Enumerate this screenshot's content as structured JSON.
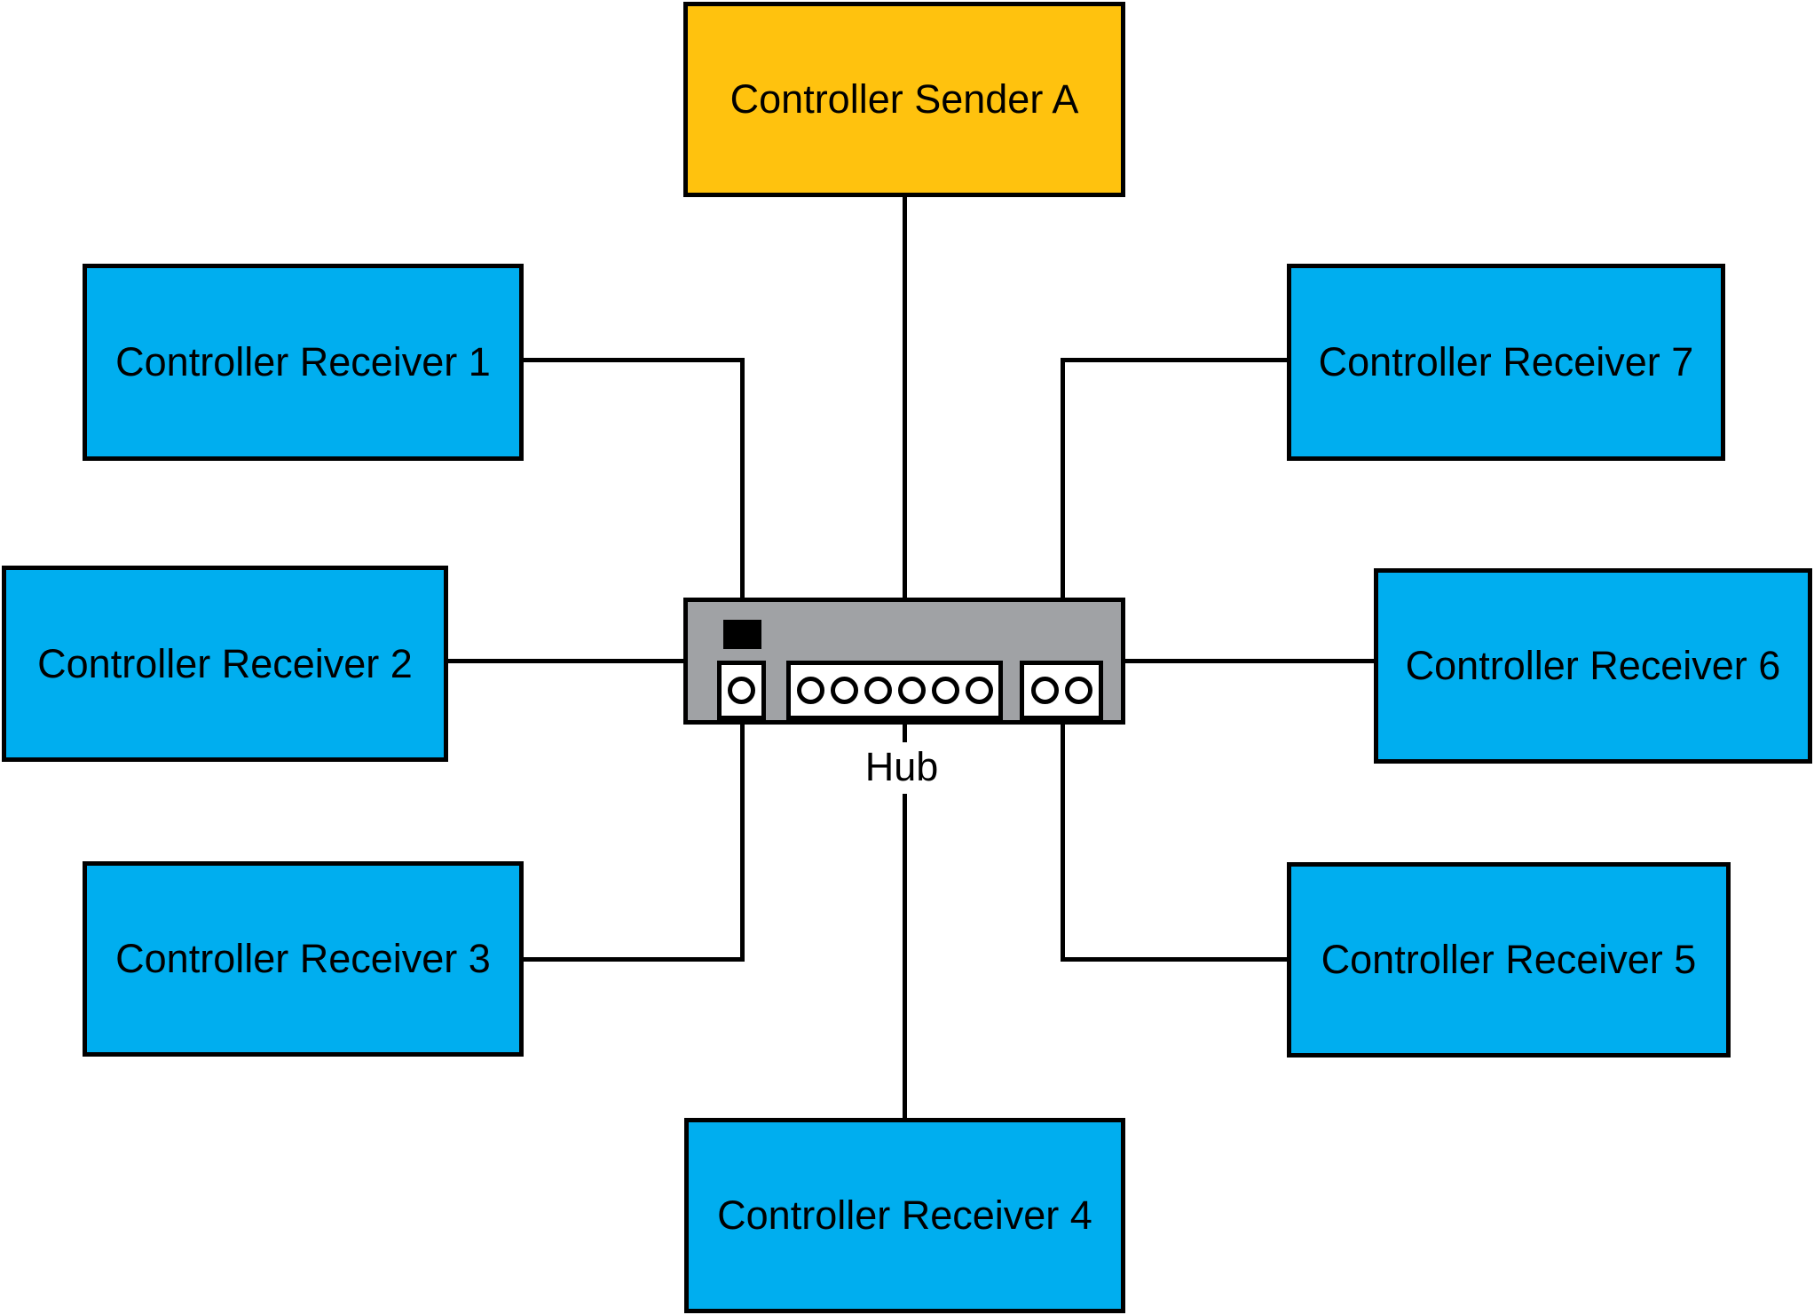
{
  "nodes": {
    "sender": {
      "label": "Controller Sender A"
    },
    "hub": {
      "label": "Hub",
      "port_groups": [
        1,
        6,
        2
      ]
    },
    "receivers": [
      {
        "label": "Controller Receiver 1"
      },
      {
        "label": "Controller Receiver 2"
      },
      {
        "label": "Controller Receiver 3"
      },
      {
        "label": "Controller Receiver 4"
      },
      {
        "label": "Controller Receiver 5"
      },
      {
        "label": "Controller Receiver 6"
      },
      {
        "label": "Controller Receiver 7"
      }
    ]
  },
  "colors": {
    "sender_fill": "#FFC20E",
    "receiver_fill": "#00AEEF",
    "hub_fill": "#A0A2A5",
    "port_fill": "#FFFFFF",
    "outline": "#000000"
  }
}
